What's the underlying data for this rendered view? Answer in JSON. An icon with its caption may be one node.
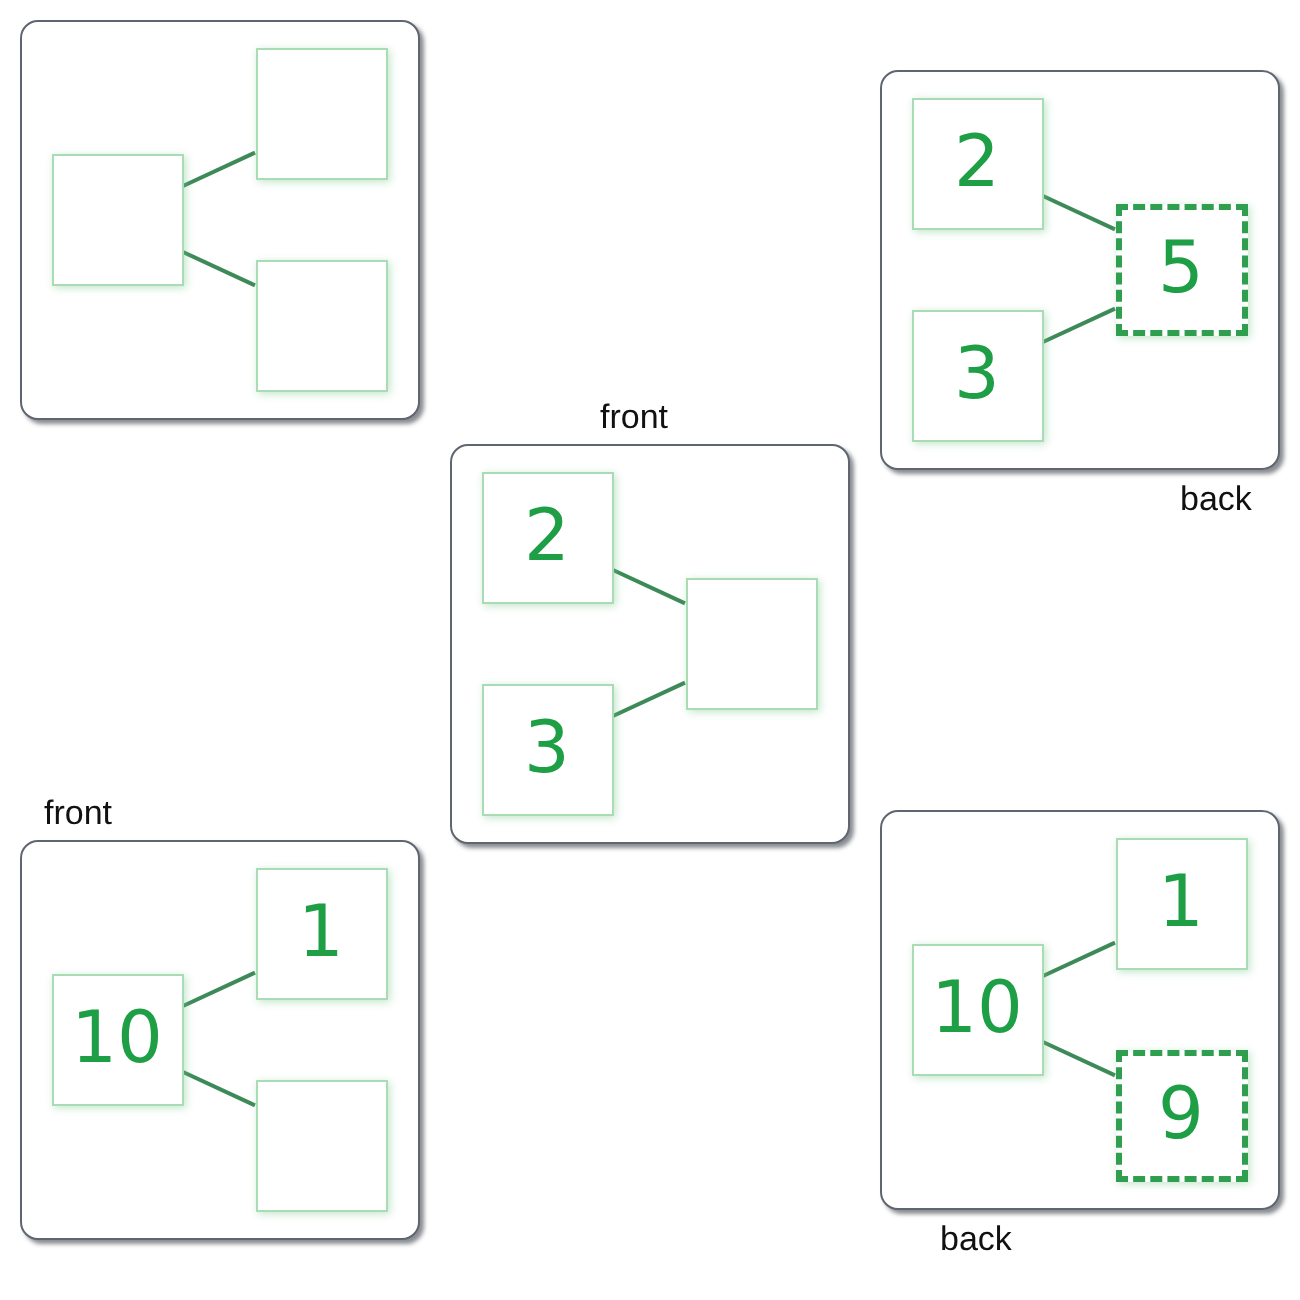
{
  "diagram": {
    "nodes": [
      {
        "text": [],
        "shape": "box"
      },
      {
        "text": [],
        "shape": "box",
        "in": 0
      },
      {
        "text": [],
        "shape": "box",
        "in": 0
      },
      {
        "text": [],
        "shape": "box",
        "in": 0
      },
      {
        "text": [],
        "shape": "box",
        "beside": [
          "back"
        ]
      },
      {
        "text": [
          "2"
        ],
        "in": 4
      },
      {
        "text": [
          "3"
        ],
        "in": 4
      },
      {
        "text": [
          "5"
        ],
        "in": 4
      },
      {
        "text": [],
        "shape": "box",
        "beside": [
          "front"
        ]
      },
      {
        "text": [
          "2"
        ],
        "in": 8
      },
      {
        "text": [
          "3"
        ],
        "in": 8
      },
      {
        "text": [],
        "shape": "box",
        "in": 8
      },
      {
        "text": [],
        "shape": "box",
        "beside": [
          "front"
        ]
      },
      {
        "text": [
          "10"
        ],
        "in": 12
      },
      {
        "text": [
          "1"
        ],
        "in": 12
      },
      {
        "text": [],
        "shape": "box",
        "in": 12
      },
      {
        "text": [],
        "shape": "box",
        "beside": [
          "back"
        ]
      },
      {
        "text": [
          "10"
        ],
        "in": 16
      },
      {
        "text": [
          "1"
        ],
        "in": 16
      },
      {
        "text": [
          "9"
        ],
        "in": 16
      }
    ],
    "edges": [
      {
        "from": 1,
        "to": 2,
        "arrow": "none"
      },
      {
        "from": 1,
        "to": 3,
        "arrow": "none"
      },
      {
        "from": 5,
        "to": 7,
        "arrow": "none"
      },
      {
        "from": 6,
        "to": 7,
        "arrow": "none"
      },
      {
        "from": 9,
        "to": 11,
        "arrow": "none"
      },
      {
        "from": 10,
        "to": 11,
        "arrow": "none"
      },
      {
        "from": 13,
        "to": 14,
        "arrow": "none"
      },
      {
        "from": 13,
        "to": 15,
        "arrow": "none"
      },
      {
        "from": 17,
        "to": 18,
        "arrow": "none"
      },
      {
        "from": 17,
        "to": 19,
        "arrow": "none"
      }
    ]
  }
}
